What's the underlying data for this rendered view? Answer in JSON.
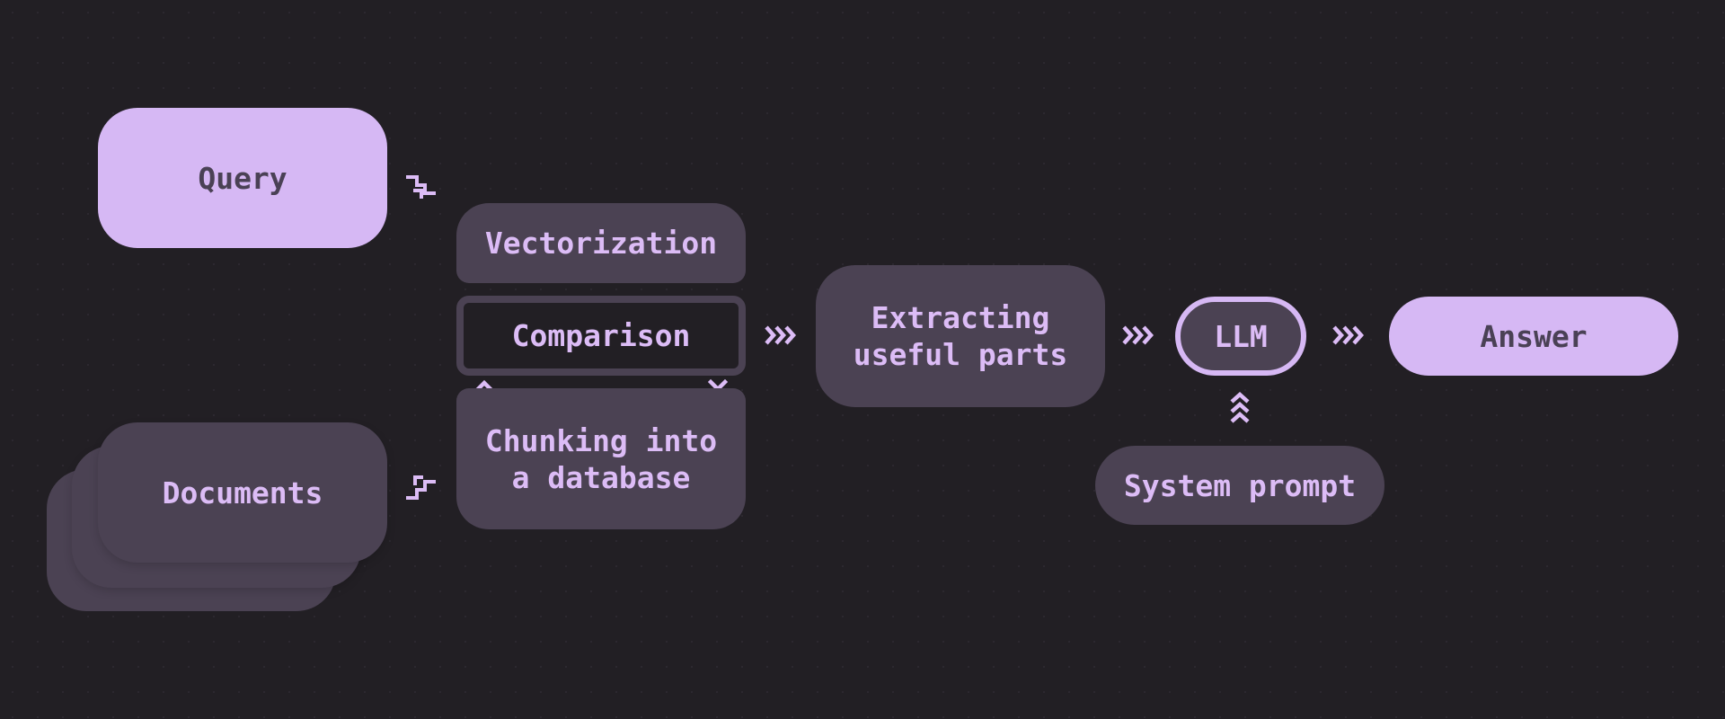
{
  "colors": {
    "background": "#221f24",
    "light_node": "#d6b8f4",
    "dark_node": "#4b4253",
    "accent_text": "#dcbcf6",
    "dark_text": "#4a4155"
  },
  "nodes": {
    "query": "Query",
    "documents": "Documents",
    "vectorization": "Vectorization",
    "comparison": "Comparison",
    "chunking": "Chunking into\na database",
    "extracting": "Extracting\nuseful parts",
    "llm": "LLM",
    "system_prompt": "System prompt",
    "answer": "Answer"
  },
  "icons": {
    "merge_down": "stairs-down-icon",
    "merge_up": "stairs-up-icon",
    "flow": "triple-chevron-right-icon",
    "flow_up": "triple-chevron-up-icon",
    "comparison_left": "chevron-up-icon",
    "comparison_right": "chevron-down-icon"
  }
}
